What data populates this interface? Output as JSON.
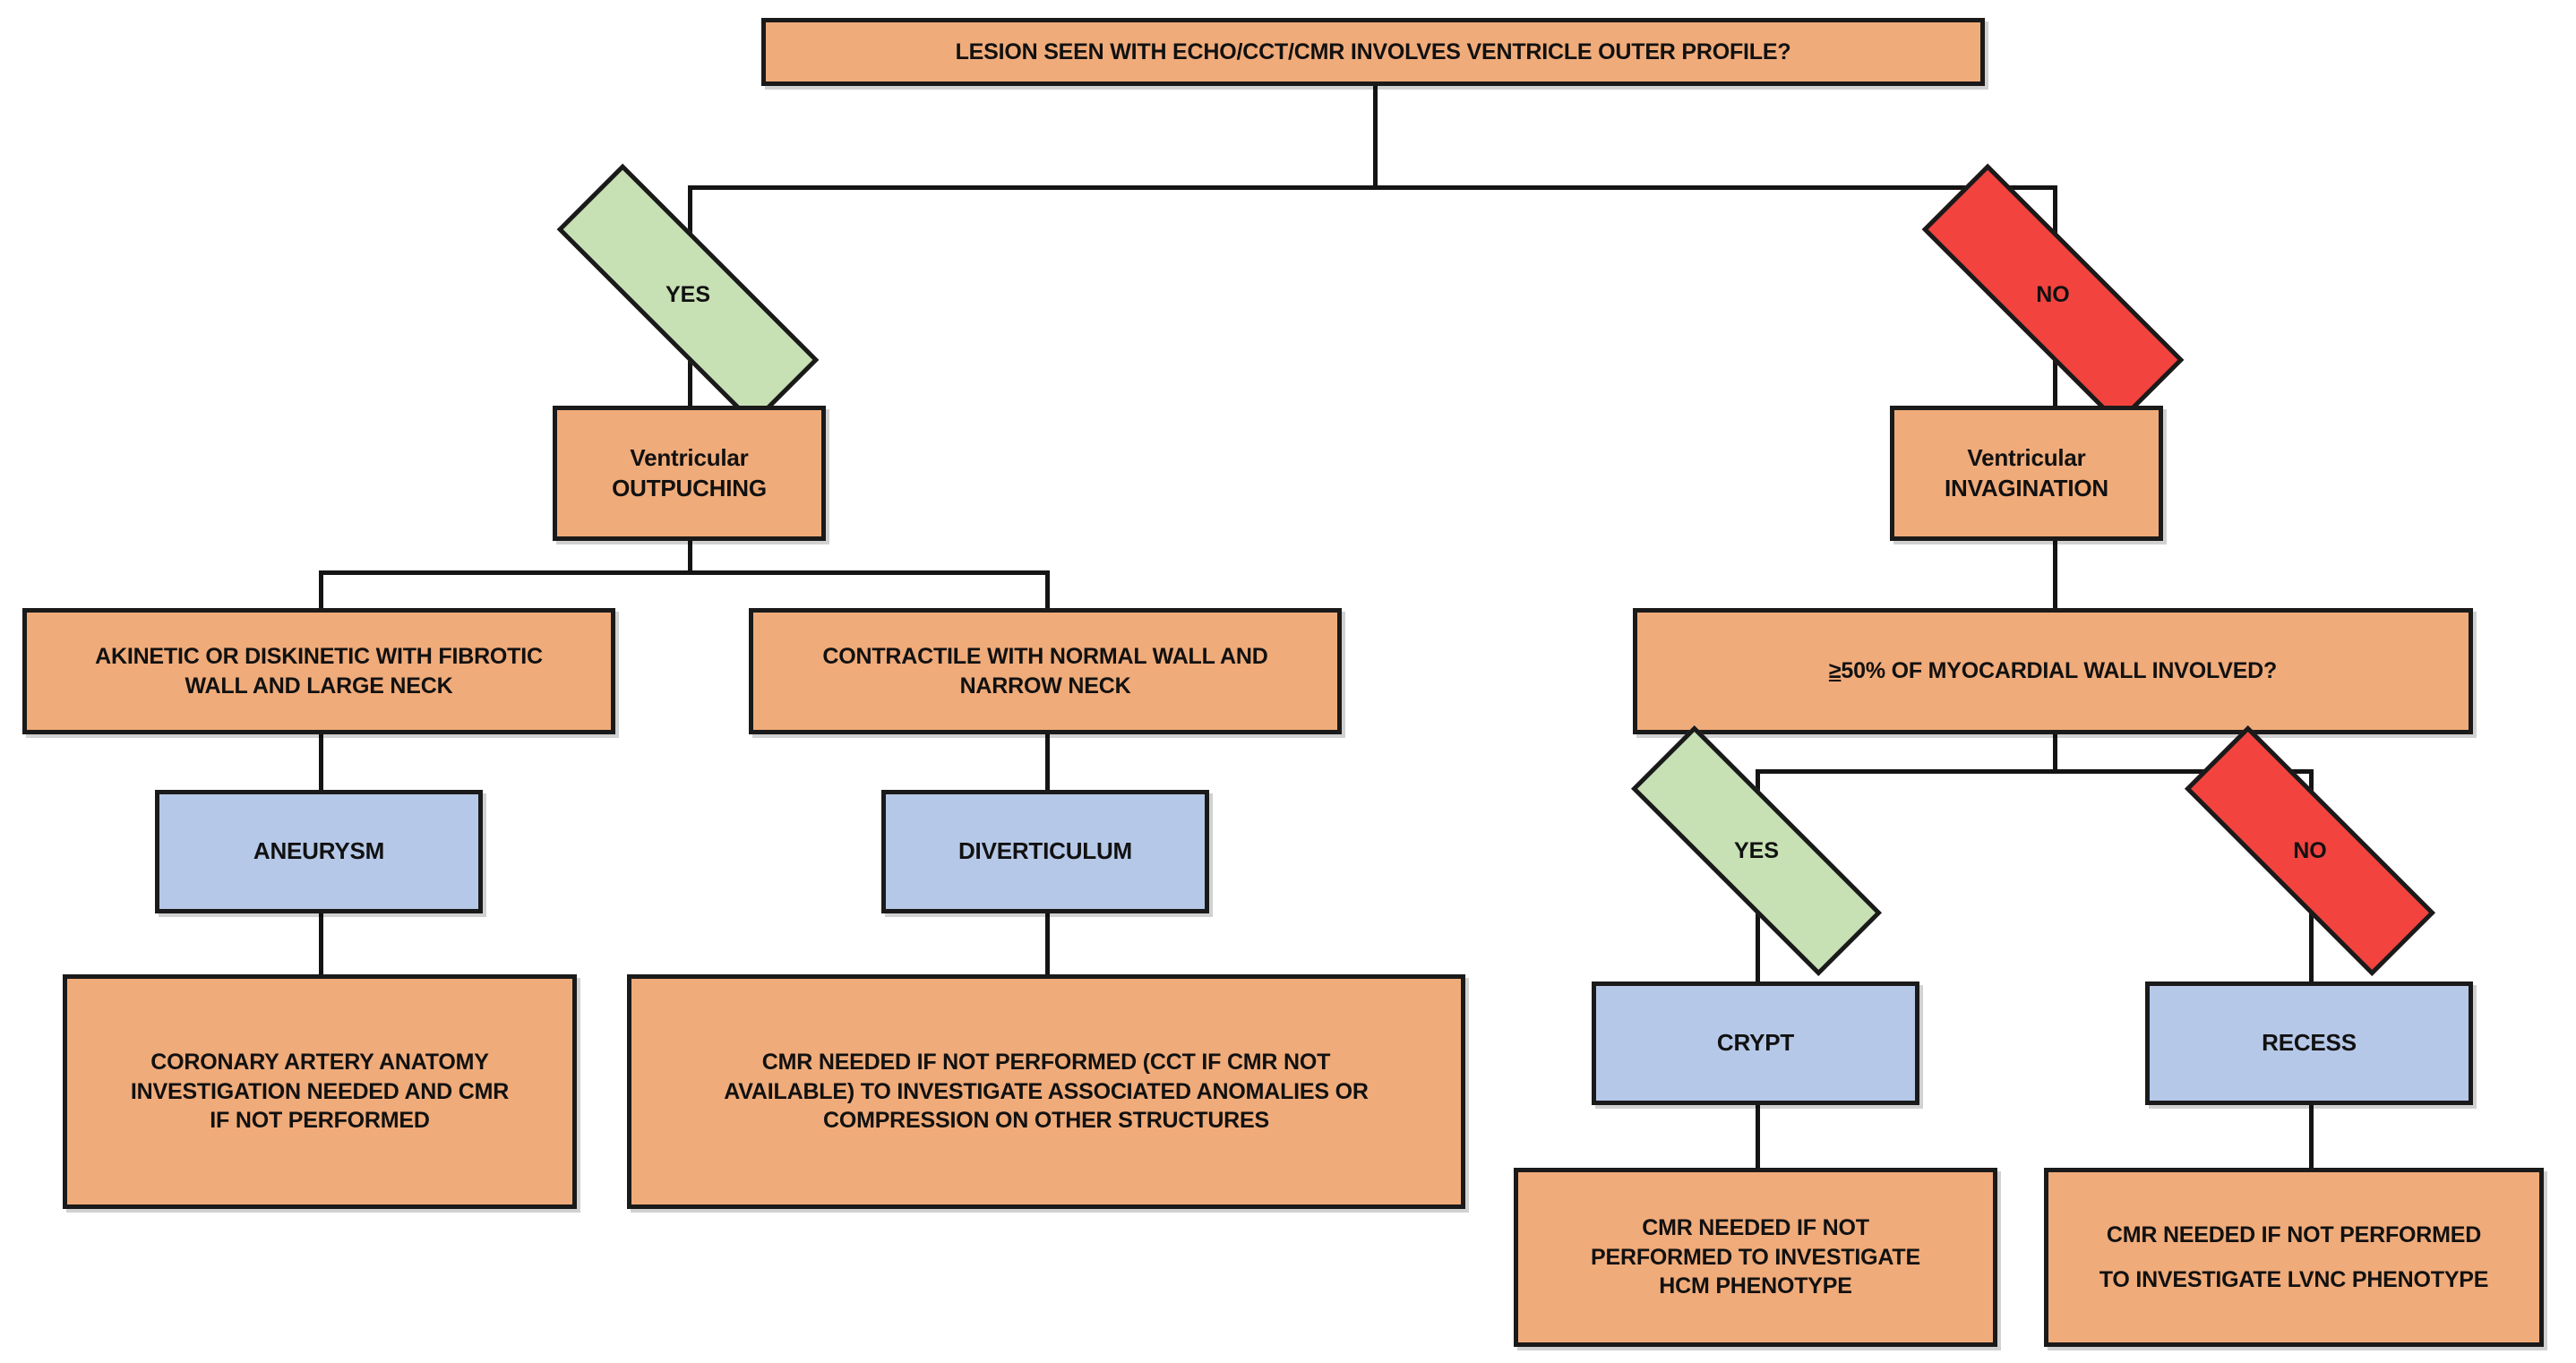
{
  "diagram": {
    "title": "Ventricular outer profile lesion diagnostic flowchart",
    "colors": {
      "orange_fill": "#f0ab7a",
      "blue_fill": "#b6c8e8",
      "green_fill": "#c7e0b4",
      "red_fill": "#f2433f",
      "border": "#1a1a1a",
      "connector": "#141414",
      "background": "#ffffff",
      "text": "#111111"
    },
    "nodes": {
      "root": "LESION SEEN WITH ECHO/CCT/CMR INVOLVES VENTRICLE OUTER PROFILE?",
      "yes_top": "YES",
      "no_top": "NO",
      "outpouching_line1": "Ventricular",
      "outpouching_line2": "OUTPUCHING",
      "invagination_line1": "Ventricular",
      "invagination_line2": "INVAGINATION",
      "akinetic": "AKINETIC OR DISKINETIC WITH FIBROTIC\nWALL AND LARGE NECK",
      "contractile": "CONTRACTILE WITH NORMAL WALL AND\nNARROW NECK",
      "myocardial_prefix": "≥",
      "myocardial_rest": "50% OF MYOCARDIAL WALL INVOLVED?",
      "aneurysm": "ANEURYSM",
      "diverticulum": "DIVERTICULUM",
      "yes_bottom": "YES",
      "no_bottom": "NO",
      "crypt": "CRYPT",
      "recess": "RECESS",
      "coronary": "CORONARY ARTERY ANATOMY\nINVESTIGATION NEEDED AND CMR\nIF NOT PERFORMED",
      "cmr_anomalies": "CMR NEEDED IF NOT PERFORMED (CCT IF CMR NOT\nAVAILABLE) TO INVESTIGATE ASSOCIATED ANOMALIES OR\nCOMPRESSION ON OTHER STRUCTURES",
      "cmr_hcm": "CMR NEEDED IF NOT\nPERFORMED TO INVESTIGATE\nHCM PHENOTYPE",
      "cmr_lvnc": "CMR NEEDED IF NOT PERFORMED\nTO INVESTIGATE LVNC PHENOTYPE"
    }
  }
}
